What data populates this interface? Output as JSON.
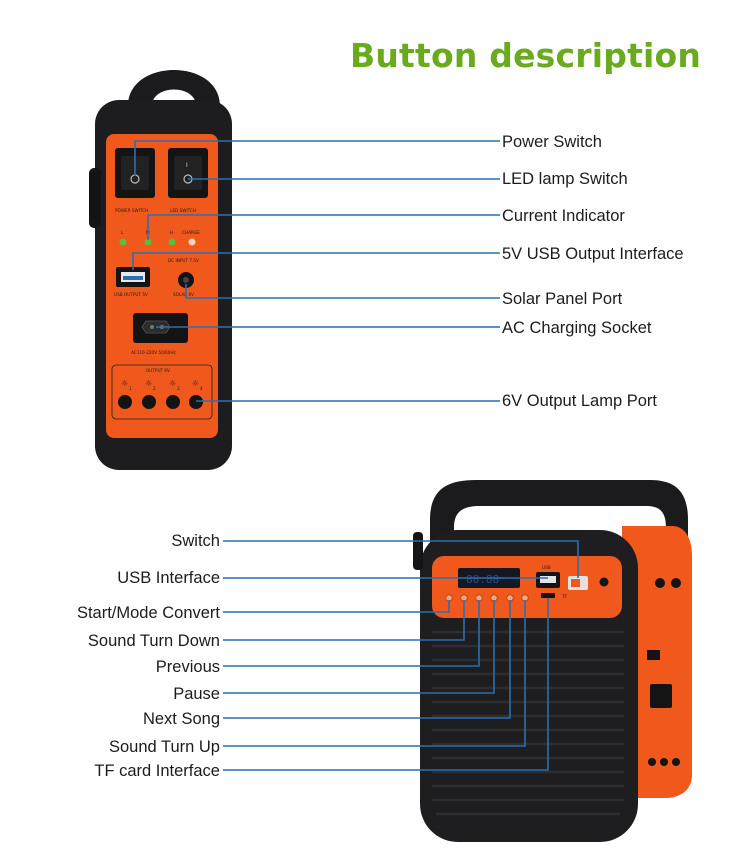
{
  "title": "Button description",
  "colors": {
    "title": "#6aaa1e",
    "device_orange": "#f0581c",
    "device_body": "#1d1d1f",
    "callout_line": "#2a6fb0",
    "led_green": "#5bbf3a"
  },
  "top_device": {
    "callouts": [
      {
        "label": "Power Switch"
      },
      {
        "label": "LED lamp Switch"
      },
      {
        "label": "Current Indicator"
      },
      {
        "label": "5V USB Output Interface"
      },
      {
        "label": "Solar Panel Port"
      },
      {
        "label": "AC Charging Socket"
      },
      {
        "label": "6V Output Lamp Port"
      }
    ],
    "panel_text": {
      "power_switch": "POWER SWITCH",
      "led_switch": "LED SWITCH",
      "led_l": "L",
      "led_m": "M",
      "led_h": "H",
      "led_charge": "CHARGE",
      "dc_input": "DC INPUT 7.5V",
      "usb_output": "USB OUTPUT 5V",
      "solar": "SOLAR 6V",
      "ac_input": "AC110-220V 50/60Hz",
      "output": "OUTPUT 6V",
      "switch_on": "I",
      "port_numbers": [
        "1",
        "2",
        "3",
        "4"
      ]
    }
  },
  "bottom_device": {
    "callouts": [
      {
        "label": "Switch"
      },
      {
        "label": "USB Interface"
      },
      {
        "label": "Start/Mode Convert"
      },
      {
        "label": "Sound Turn Down"
      },
      {
        "label": "Previous"
      },
      {
        "label": "Pause"
      },
      {
        "label": "Next Song"
      },
      {
        "label": "Sound Turn Up"
      },
      {
        "label": "TF card Interface"
      }
    ],
    "panel_text": {
      "display": "88:88",
      "usb": "USB",
      "tf": "TF"
    }
  }
}
